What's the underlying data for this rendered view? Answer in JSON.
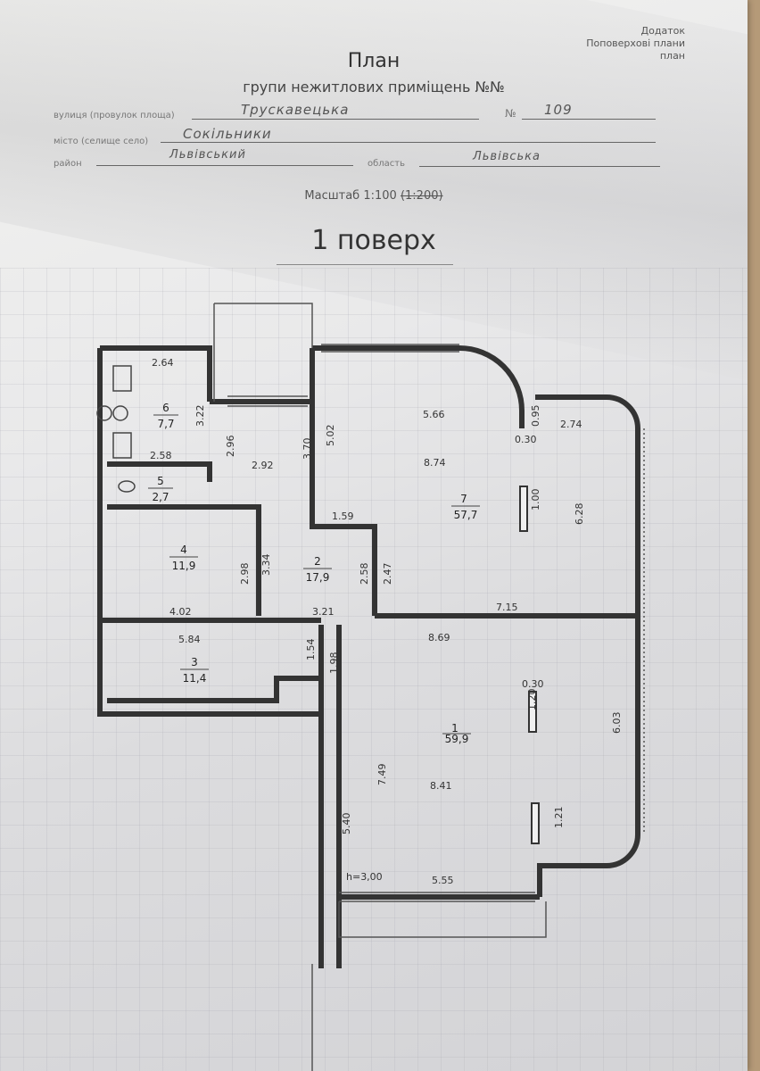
{
  "header": {
    "annex_title": "Додаток",
    "annex_line1": "Поповерхові плани",
    "annex_line2": "план",
    "title": "План",
    "subtitle": "групи нежитлових приміщень №№"
  },
  "address": {
    "street_label": "вулиця (провулок площа)",
    "street_value": "Трускавецька",
    "number_label": "№",
    "number_value": "109",
    "city_label": "місто (селище село)",
    "city_value": "Сокільники",
    "district_label": "район",
    "district_value": "Львівський",
    "region_label": "область",
    "region_value": "Львівська"
  },
  "scale": {
    "text": "Масштаб 1:100",
    "struck": "(1:200)"
  },
  "floor": {
    "label": "1 поверх"
  },
  "rooms": [
    {
      "num": "1",
      "area": "59,9"
    },
    {
      "num": "2",
      "area": "17,9"
    },
    {
      "num": "3",
      "area": "11,4"
    },
    {
      "num": "4",
      "area": "11,9"
    },
    {
      "num": "5",
      "area": "2,7"
    },
    {
      "num": "6",
      "area": "7,7"
    },
    {
      "num": "7",
      "area": "57,7"
    }
  ],
  "dims": {
    "d264": "2.64",
    "d322": "3.22",
    "d258a": "2.58",
    "d296": "2.96",
    "d292": "2.92",
    "d370": "3.70",
    "d502": "5.02",
    "d566": "5.66",
    "d874": "8.74",
    "d095": "0.95",
    "d030a": "0.30",
    "d274": "2.74",
    "d100": "1.00",
    "d628": "6.28",
    "d159": "1.59",
    "d298": "2.98",
    "d334": "3.34",
    "d258b": "2.58",
    "d247": "2.47",
    "d402": "4.02",
    "d321": "3.21",
    "d715": "7.15",
    "d584": "5.84",
    "d154": "1.54",
    "d198": "1.98",
    "d869": "8.69",
    "d030b": "0.30",
    "d120": "1.20",
    "d603": "6.03",
    "d749": "7.49",
    "d841": "8.41",
    "d540": "5.40",
    "d121": "1.21",
    "height": "h=3,00",
    "d555": "5.55"
  }
}
